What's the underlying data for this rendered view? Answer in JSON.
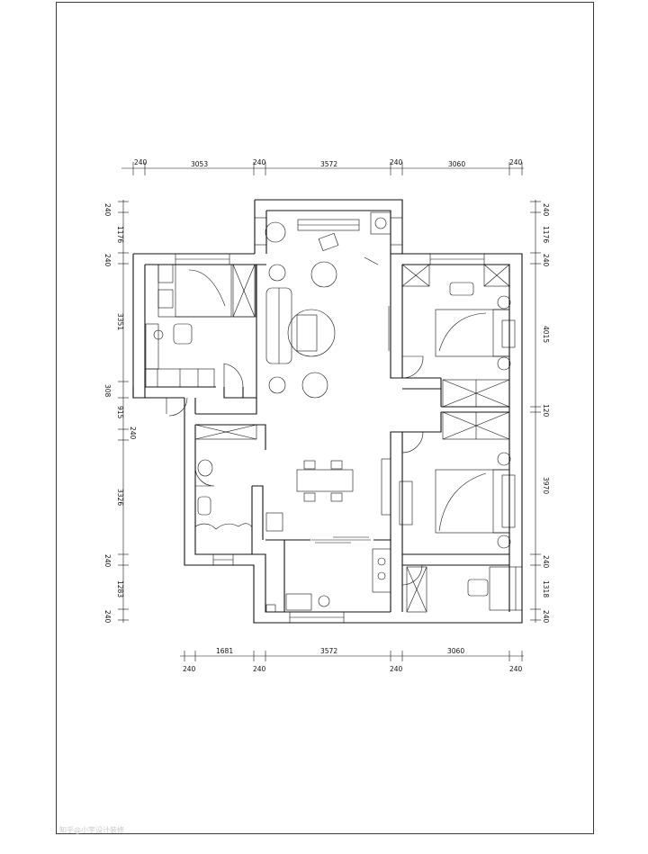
{
  "dimensions": {
    "top": [
      "240",
      "3053",
      "240",
      "3572",
      "240",
      "3060",
      "240"
    ],
    "bottom": [
      "1681",
      "3572",
      "3060"
    ],
    "bottom_walls": [
      "240",
      "240",
      "240",
      "240"
    ],
    "left": [
      "240",
      "1176",
      "240",
      "3351",
      "308",
      "915",
      "240",
      "3326",
      "240",
      "1283",
      "240"
    ],
    "right": [
      "240",
      "1176",
      "240",
      "4015",
      "120",
      "3970",
      "240",
      "1318",
      "240"
    ]
  },
  "watermark": "知乎@小宇设计装修"
}
